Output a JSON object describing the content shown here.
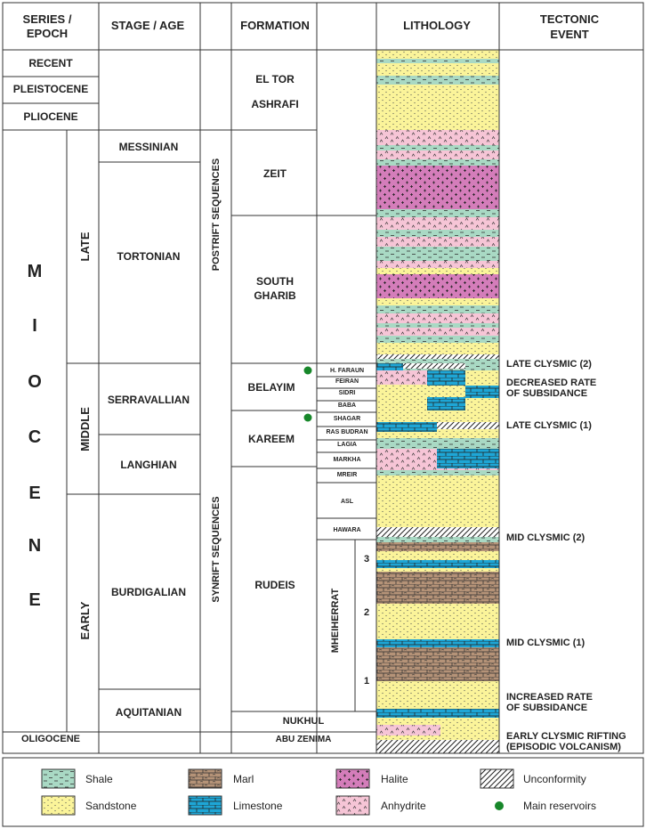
{
  "headers": {
    "series": "SERIES /",
    "series2": "EPOCH",
    "stage": "STAGE / AGE",
    "formation": "FORMATION",
    "lithology": "LITHOLOGY",
    "tectonic": "TECTONIC",
    "tectonic2": "EVENT"
  },
  "epochs": {
    "recent": "RECENT",
    "pleistocene": "PLEISTOCENE",
    "pliocene": "PLIOCENE",
    "oligocene": "OLIGOCENE",
    "miocene_letters": [
      "M",
      "I",
      "O",
      "C",
      "E",
      "N",
      "E"
    ]
  },
  "subepochs": {
    "late": "LATE",
    "middle": "MIDDLE",
    "early": "EARLY"
  },
  "stages": {
    "messinian": "MESSINIAN",
    "tortonian": "TORTONIAN",
    "serravallian": "SERRAVALLIAN",
    "langhian": "LANGHIAN",
    "burdigalian": "BURDIGALIAN",
    "aquitanian": "AQUITANIAN"
  },
  "sequences": {
    "postrift": "POSTRIFT SEQUENCES",
    "synrift": "SYNRIFT SEQUENCES"
  },
  "formations": {
    "el_tor": "EL TOR",
    "ashrafi": "ASHRAFI",
    "zeit": "ZEIT",
    "south": "SOUTH",
    "gharib": "GHARIB",
    "belayim": "BELAYIM",
    "kareem": "KAREEM",
    "rudeis": "RUDEIS",
    "nukhul": "NUKHUL",
    "abu_zenima": "ABU ZENIMA"
  },
  "members": {
    "h_faraun": "H. FARAUN",
    "feiran": "FEIRAN",
    "sidri": "SIDRI",
    "baba": "BABA",
    "shagar": "SHAGAR",
    "ras_budran": "RAS BUDRAN",
    "lagia": "LAGIA",
    "markha": "MARKHA",
    "mreir": "MREIR",
    "asl": "ASL",
    "hawara": "HAWARA",
    "mheiherrat": "MHEIHERRAT",
    "n3": "3",
    "n2": "2",
    "n1": "1"
  },
  "events": {
    "late_clysmic_2": "LATE CLYSMIC (2)",
    "decreased_1": "DECREASED RATE",
    "decreased_2": "OF SUBSIDANCE",
    "late_clysmic_1": "LATE CLYSMIC (1)",
    "mid_clysmic_2": "MID CLYSMIC (2)",
    "mid_clysmic_1": "MID CLYSMIC (1)",
    "increased_1": "INCREASED RATE",
    "increased_2": "OF SUBSIDANCE",
    "early_rifting_1": "EARLY CLYSMIC RIFTING",
    "early_rifting_2": "(EPISODIC VOLCANISM)"
  },
  "legend": {
    "shale": "Shale",
    "sandstone": "Sandstone",
    "marl": "Marl",
    "limestone": "Limestone",
    "halite": "Halite",
    "anhydrite": "Anhydrite",
    "unconformity": "Unconformity",
    "reservoirs": "Main reservoirs"
  },
  "colors": {
    "shale": "#a9d9c4",
    "sandstone": "#fbf49a",
    "marl": "#b59378",
    "limestone": "#1ea6d6",
    "halite": "#d47dba",
    "anhydrite": "#f6c5d6",
    "reservoir": "#17872a",
    "line": "#333333"
  }
}
